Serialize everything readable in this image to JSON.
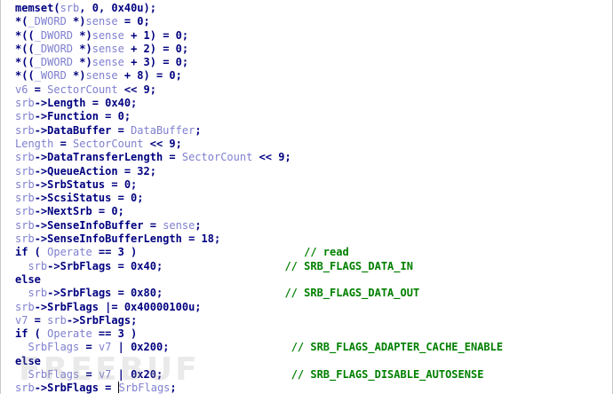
{
  "colors": {
    "background": "#ffffff",
    "plain": "#000080",
    "variable": "#7f7fd0",
    "comment": "#008000"
  },
  "watermark": "FREEBUF",
  "lines": [
    {
      "indent": "",
      "tokens": [
        [
          "p",
          "memset("
        ],
        [
          "v",
          "srb"
        ],
        [
          "p",
          ", 0, 0x40u);"
        ]
      ]
    },
    {
      "indent": "",
      "tokens": [
        [
          "p",
          "*("
        ],
        [
          "v",
          "_DWORD"
        ],
        [
          "p",
          " *)"
        ],
        [
          "v",
          "sense"
        ],
        [
          "p",
          " = 0;"
        ]
      ]
    },
    {
      "indent": "",
      "tokens": [
        [
          "p",
          "*(("
        ],
        [
          "v",
          "_DWORD"
        ],
        [
          "p",
          " *)"
        ],
        [
          "v",
          "sense"
        ],
        [
          "p",
          " + 1) = 0;"
        ]
      ]
    },
    {
      "indent": "",
      "tokens": [
        [
          "p",
          "*(("
        ],
        [
          "v",
          "_DWORD"
        ],
        [
          "p",
          " *)"
        ],
        [
          "v",
          "sense"
        ],
        [
          "p",
          " + 2) = 0;"
        ]
      ]
    },
    {
      "indent": "",
      "tokens": [
        [
          "p",
          "*(("
        ],
        [
          "v",
          "_DWORD"
        ],
        [
          "p",
          " *)"
        ],
        [
          "v",
          "sense"
        ],
        [
          "p",
          " + 3) = 0;"
        ]
      ]
    },
    {
      "indent": "",
      "tokens": [
        [
          "p",
          "*(("
        ],
        [
          "v",
          "_WORD"
        ],
        [
          "p",
          " *)"
        ],
        [
          "v",
          "sense"
        ],
        [
          "p",
          " + 8) = 0;"
        ]
      ]
    },
    {
      "indent": "",
      "tokens": [
        [
          "v",
          "v6"
        ],
        [
          "p",
          " = "
        ],
        [
          "v",
          "SectorCount"
        ],
        [
          "p",
          " << 9;"
        ]
      ]
    },
    {
      "indent": "",
      "tokens": [
        [
          "v",
          "srb"
        ],
        [
          "p",
          "->Length = 0x40;"
        ]
      ]
    },
    {
      "indent": "",
      "tokens": [
        [
          "v",
          "srb"
        ],
        [
          "p",
          "->Function = 0;"
        ]
      ]
    },
    {
      "indent": "",
      "tokens": [
        [
          "v",
          "srb"
        ],
        [
          "p",
          "->DataBuffer = "
        ],
        [
          "v",
          "DataBuffer"
        ],
        [
          "p",
          ";"
        ]
      ]
    },
    {
      "indent": "",
      "tokens": [
        [
          "v",
          "Length"
        ],
        [
          "p",
          " = "
        ],
        [
          "v",
          "SectorCount"
        ],
        [
          "p",
          " << 9;"
        ]
      ]
    },
    {
      "indent": "",
      "tokens": [
        [
          "v",
          "srb"
        ],
        [
          "p",
          "->DataTransferLength = "
        ],
        [
          "v",
          "SectorCount"
        ],
        [
          "p",
          " << 9;"
        ]
      ]
    },
    {
      "indent": "",
      "tokens": [
        [
          "v",
          "srb"
        ],
        [
          "p",
          "->QueueAction = 32;"
        ]
      ]
    },
    {
      "indent": "",
      "tokens": [
        [
          "v",
          "srb"
        ],
        [
          "p",
          "->SrbStatus = 0;"
        ]
      ]
    },
    {
      "indent": "",
      "tokens": [
        [
          "v",
          "srb"
        ],
        [
          "p",
          "->ScsiStatus = 0;"
        ]
      ]
    },
    {
      "indent": "",
      "tokens": [
        [
          "v",
          "srb"
        ],
        [
          "p",
          "->NextSrb = 0;"
        ]
      ]
    },
    {
      "indent": "",
      "tokens": [
        [
          "v",
          "srb"
        ],
        [
          "p",
          "->SenseInfoBuffer = "
        ],
        [
          "v",
          "sense"
        ],
        [
          "p",
          ";"
        ]
      ]
    },
    {
      "indent": "",
      "tokens": [
        [
          "v",
          "srb"
        ],
        [
          "p",
          "->SenseInfoBufferLength = 18;"
        ]
      ]
    },
    {
      "indent": "",
      "tokens": [
        [
          "p",
          "if ( "
        ],
        [
          "v",
          "Operate"
        ],
        [
          "p",
          " == 3 )                          "
        ],
        [
          "c",
          "// read"
        ]
      ]
    },
    {
      "indent": "  ",
      "tokens": [
        [
          "v",
          "srb"
        ],
        [
          "p",
          "->SrbFlags = 0x40;                   "
        ],
        [
          "c",
          "// SRB_FLAGS_DATA_IN"
        ]
      ]
    },
    {
      "indent": "",
      "tokens": [
        [
          "p",
          "else"
        ]
      ]
    },
    {
      "indent": "  ",
      "tokens": [
        [
          "v",
          "srb"
        ],
        [
          "p",
          "->SrbFlags = 0x80;                   "
        ],
        [
          "c",
          "// SRB_FLAGS_DATA_OUT"
        ]
      ]
    },
    {
      "indent": "",
      "tokens": [
        [
          "v",
          "srb"
        ],
        [
          "p",
          "->SrbFlags |= 0x40000100u;"
        ]
      ]
    },
    {
      "indent": "",
      "tokens": [
        [
          "v",
          "v7"
        ],
        [
          "p",
          " = "
        ],
        [
          "v",
          "srb"
        ],
        [
          "p",
          "->SrbFlags;"
        ]
      ]
    },
    {
      "indent": "",
      "tokens": [
        [
          "p",
          "if ( "
        ],
        [
          "v",
          "Operate"
        ],
        [
          "p",
          " == 3 )"
        ]
      ]
    },
    {
      "indent": "  ",
      "tokens": [
        [
          "v",
          "SrbFlags"
        ],
        [
          "p",
          " = "
        ],
        [
          "v",
          "v7"
        ],
        [
          "p",
          " | 0x200;                   "
        ],
        [
          "c",
          "// SRB_FLAGS_ADAPTER_CACHE_ENABLE"
        ]
      ]
    },
    {
      "indent": "",
      "tokens": [
        [
          "p",
          "else"
        ]
      ]
    },
    {
      "indent": "  ",
      "tokens": [
        [
          "v",
          "SrbFlags"
        ],
        [
          "p",
          " = "
        ],
        [
          "v",
          "v7"
        ],
        [
          "p",
          " | 0x20;                    "
        ],
        [
          "c",
          "// SRB_FLAGS_DISABLE_AUTOSENSE"
        ]
      ]
    },
    {
      "indent": "",
      "tokens": [
        [
          "v",
          "srb"
        ],
        [
          "p",
          "->SrbFlags = "
        ],
        [
          "x",
          ""
        ],
        [
          "v",
          "SrbFlags"
        ],
        [
          "p",
          ";"
        ]
      ]
    }
  ]
}
